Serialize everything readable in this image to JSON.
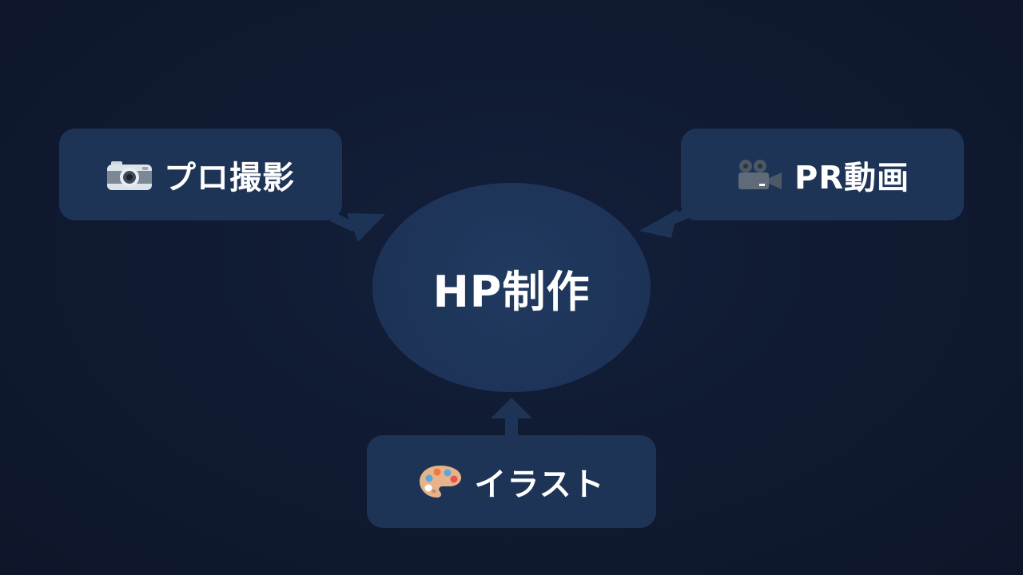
{
  "diagram": {
    "center": {
      "label": "HP制作"
    },
    "nodes": [
      {
        "id": "photo",
        "label": "プロ撮影",
        "icon": "camera-icon"
      },
      {
        "id": "video",
        "label": "PR動画",
        "icon": "movie-camera-icon"
      },
      {
        "id": "illust",
        "label": "イラスト",
        "icon": "artist-palette-icon"
      }
    ],
    "edges": [
      {
        "from": "photo",
        "to": "center"
      },
      {
        "from": "video",
        "to": "center"
      },
      {
        "from": "illust",
        "to": "center"
      }
    ]
  },
  "colors": {
    "background": "#101a30",
    "node_fill": "#1e3457",
    "arrow": "#1e3457",
    "text": "#ffffff"
  }
}
